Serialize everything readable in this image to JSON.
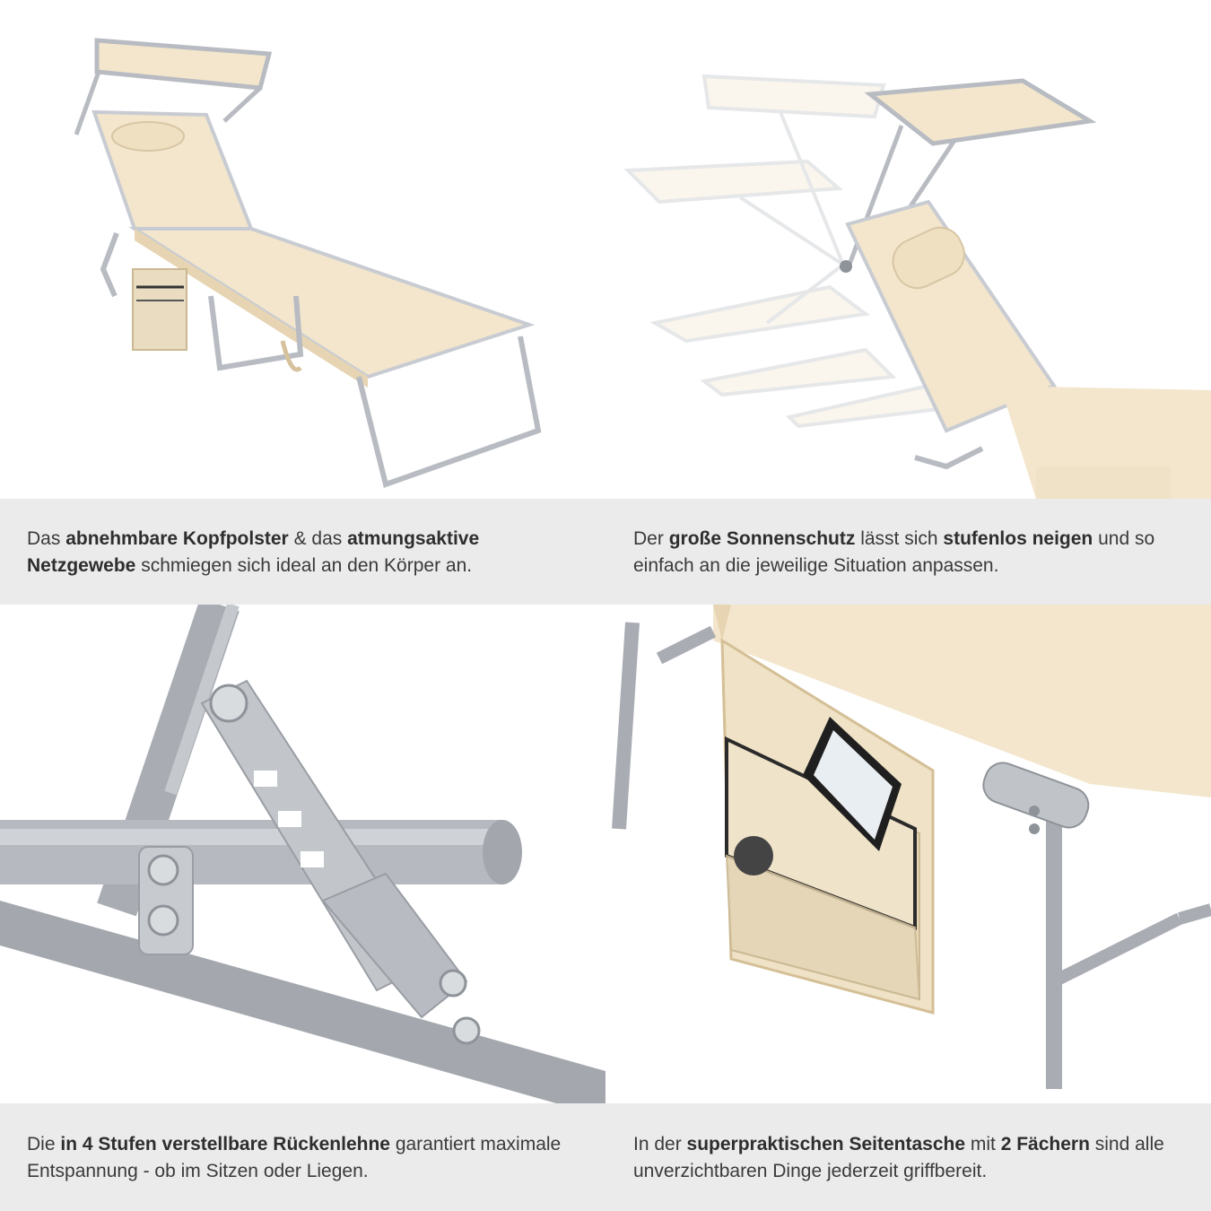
{
  "captions": {
    "top_left": {
      "p1": "Das ",
      "b1": "abnehmbare Kopfpolster",
      "p2": " & das ",
      "b2": "atmungsaktive Netzgewebe",
      "p3": " schmiegen sich ideal an den Körper an."
    },
    "top_right": {
      "p1": "Der ",
      "b1": "große Sonnenschutz",
      "p2": " lässt sich ",
      "b2": "stufenlos neigen",
      "p3": " und so einfach an die jeweilige Situation anpassen."
    },
    "bottom_left": {
      "p1": "Die ",
      "b1": "in 4 Stufen verstellbare Rückenlehne",
      "p2": " garantiert maximale Entspannung - ob im Sitzen oder Liegen."
    },
    "bottom_right": {
      "p1": "In der ",
      "b1": "superpraktischen Seitentasche",
      "p2": " mit ",
      "b2": "2 Fächern",
      "p3": " sind alle unverzichtbaren Dinge jederzeit griffbereit."
    }
  },
  "colors": {
    "fabric": "#f3e6cc",
    "fabric_dark": "#e6d4b2",
    "metal": "#b8bcc2",
    "metal_dark": "#8e9399",
    "band": "#ebebeb",
    "text": "#3a3a3a"
  }
}
